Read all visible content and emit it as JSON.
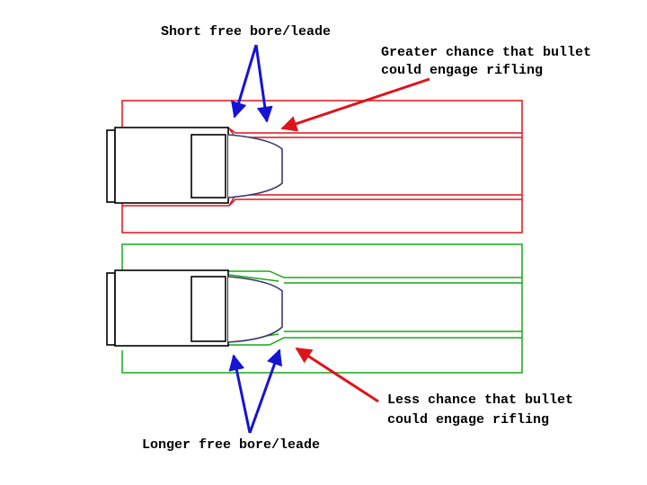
{
  "labels": {
    "top_title": "Short free bore/leade",
    "top_note_line1": "Greater chance that bullet",
    "top_note_line2": "could engage rifling",
    "bottom_note_line1": "Less chance that bullet",
    "bottom_note_line2": "could engage rifling",
    "bottom_title": "Longer free bore/leade"
  },
  "colors": {
    "short_chamber": "#e0131b",
    "long_chamber": "#18a818",
    "pointer_blue": "#1414d2",
    "pointer_red": "#e0131b",
    "cartridge": "#000000",
    "bullet_outline": "#3a3a6e"
  },
  "icons": {
    "pointer": "arrow-icon"
  }
}
